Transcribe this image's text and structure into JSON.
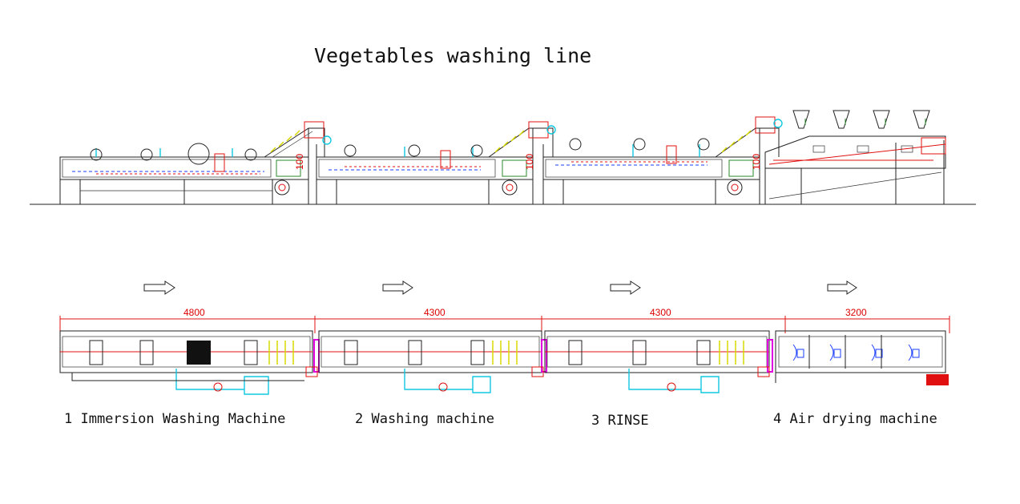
{
  "title": "Vegetables washing line",
  "dimensions": [
    "4800",
    "4300",
    "4300",
    "3200"
  ],
  "small_marks": [
    "100",
    "100",
    "100"
  ],
  "machines": [
    {
      "label": "1 Immersion Washing Machine"
    },
    {
      "label": "2 Washing machine"
    },
    {
      "label": "3 RINSE"
    },
    {
      "label": "4 Air drying machine"
    }
  ],
  "flow_icon": "right-arrow-icon",
  "colors": {
    "line": "#222222",
    "dimension": "#e01010",
    "water_pipe": "#10c8e0",
    "conveyor": "#1a3cff",
    "connector": "#e000e0",
    "motor": "#e01010"
  }
}
